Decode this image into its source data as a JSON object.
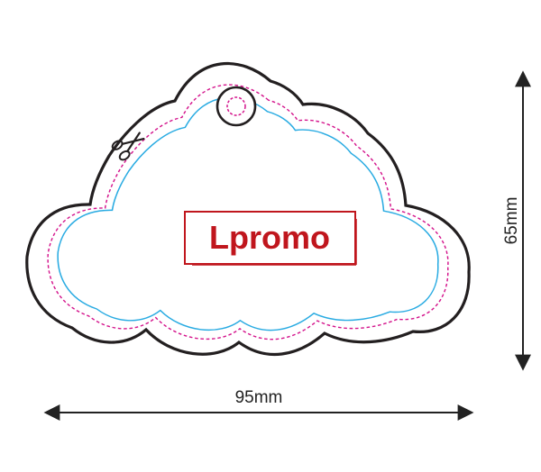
{
  "logo": {
    "text": "Lpromo",
    "color": "#c0161d"
  },
  "dimensions": {
    "width_label": "95mm",
    "height_label": "65mm"
  },
  "colors": {
    "outer_outline": "#231f20",
    "cut_line": "#d4148c",
    "bleed_line": "#29abe2"
  },
  "icons": {
    "cut_marker": "scissors-icon",
    "hanging_hole": "hole-icon"
  }
}
